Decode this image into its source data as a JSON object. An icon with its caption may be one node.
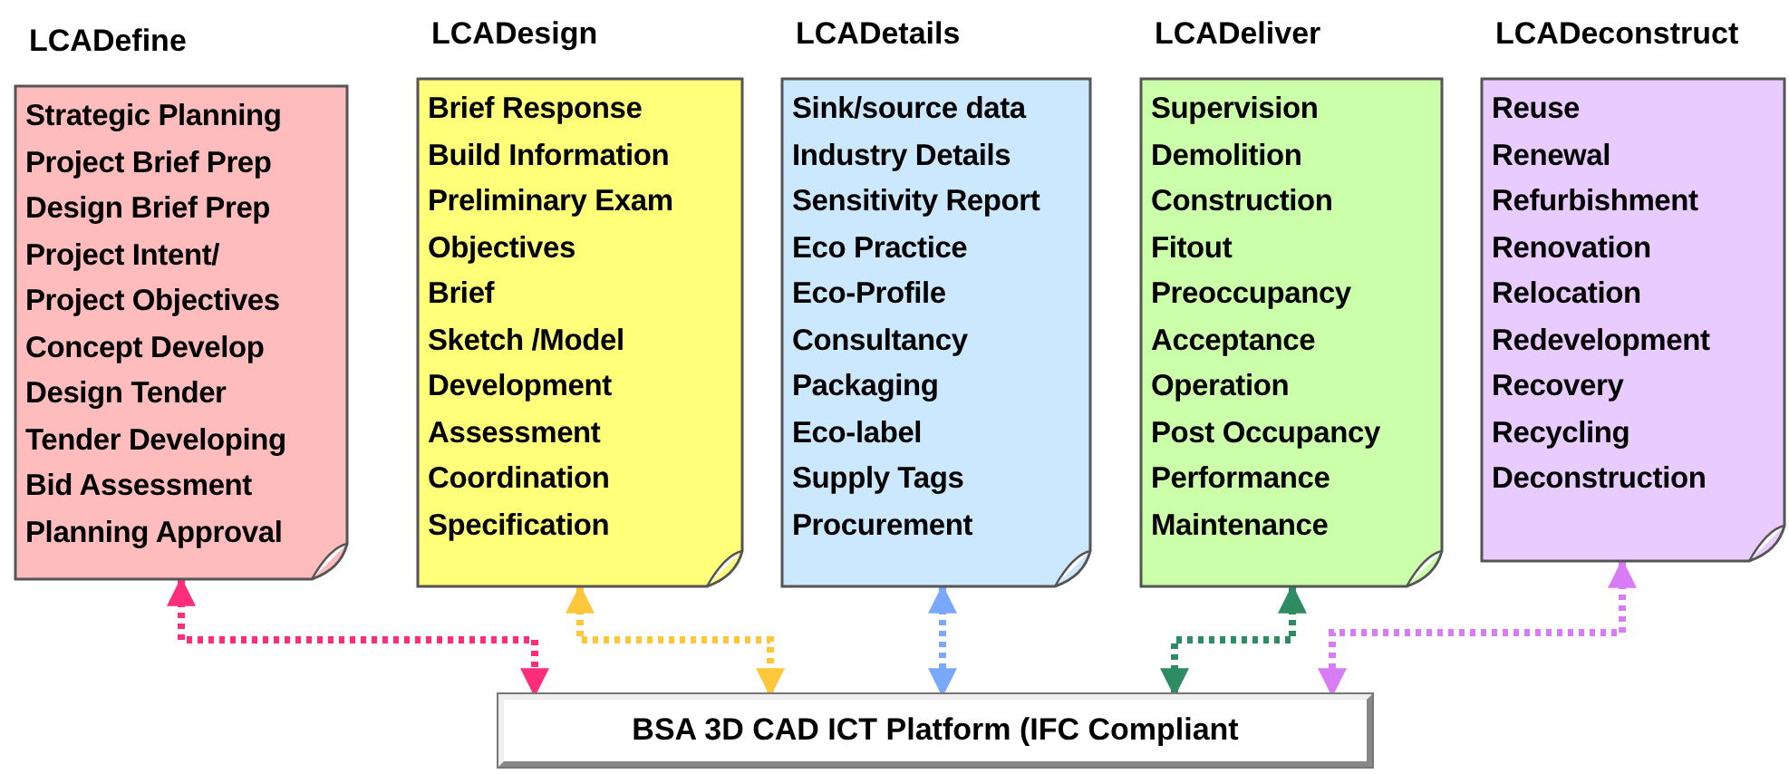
{
  "diagram": {
    "nodes": [
      {
        "text": [
          "LCADefine",
          "Strategic Planning",
          "Project Brief Prep",
          "Design Brief Prep",
          "Project Intent/",
          "Project Objectives",
          "Concept Develop",
          "Design Tender",
          "Tender Developing",
          "Bid Assessment",
          "Planning Approval"
        ]
      },
      {
        "text": [
          "LCADesign",
          "Brief Response",
          "Build Information",
          "Preliminary Exam",
          "Objectives",
          "Brief",
          "Sketch /Model",
          "Development",
          "Assessment",
          "Coordination",
          "Specification"
        ]
      },
      {
        "text": [
          "LCADetails",
          "Sink/source data",
          "Industry Details",
          "Sensitivity Report",
          "Eco Practice",
          "Eco-Profile",
          "Consultancy",
          "Packaging",
          "Eco-label",
          "Supply Tags",
          "Procurement"
        ]
      },
      {
        "text": [
          "LCADeliver",
          "Supervision",
          "Demolition",
          "Construction",
          "Fitout",
          "Preoccupancy",
          "Acceptance",
          "Operation",
          "Post Occupancy",
          "Performance",
          "Maintenance"
        ]
      },
      {
        "text": [
          "LCADeconstruct",
          "Reuse",
          "Renewal",
          "Refurbishment",
          "Renovation",
          "Relocation",
          "Redevelopment",
          "Recovery",
          "Recycling",
          "Deconstruction"
        ]
      },
      {
        "text": [
          "BSA 3D CAD ICT Platform (IFC Compliant"
        ]
      }
    ],
    "edges": [
      {
        "from": 0,
        "to": 5,
        "arrow": "both",
        "style": "dashed",
        "color": "#ff2d7a"
      },
      {
        "from": 1,
        "to": 5,
        "arrow": "both",
        "style": "dashed",
        "color": "#ffc83a"
      },
      {
        "from": 2,
        "to": 5,
        "arrow": "both",
        "style": "dashed",
        "color": "#7aa8ff"
      },
      {
        "from": 3,
        "to": 5,
        "arrow": "both",
        "style": "dashed",
        "color": "#2e8b62"
      },
      {
        "from": 4,
        "to": 5,
        "arrow": "both",
        "style": "dashed",
        "color": "#d87cf5"
      }
    ]
  }
}
